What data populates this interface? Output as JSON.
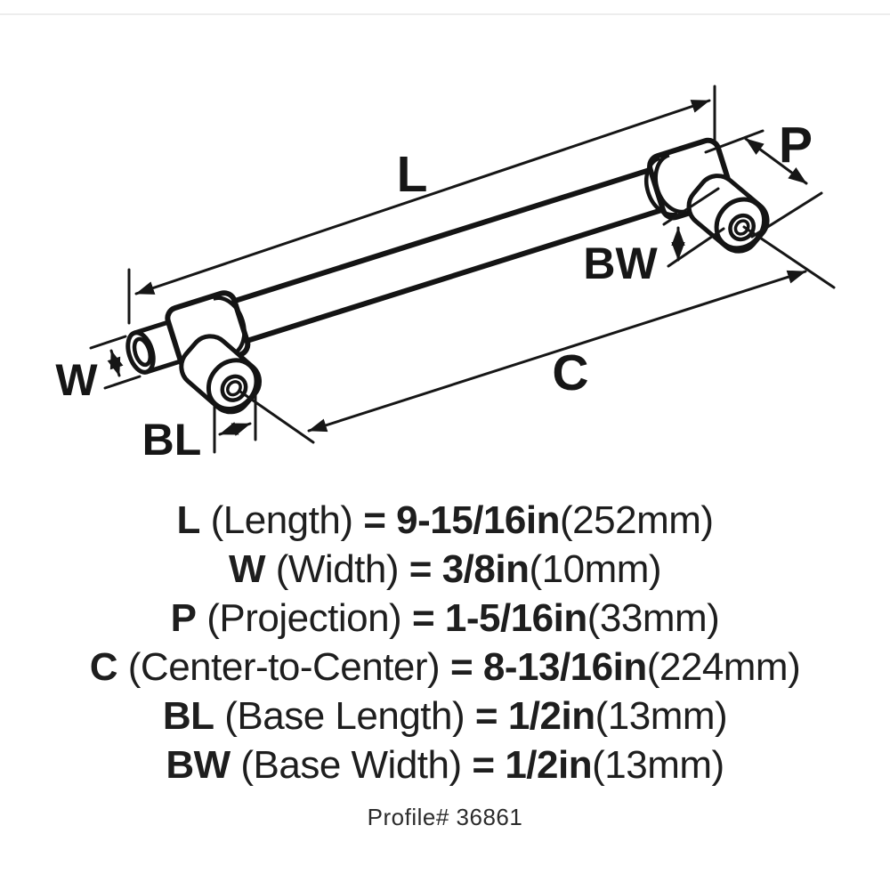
{
  "diagram": {
    "labels": {
      "L": "L",
      "W": "W",
      "P": "P",
      "C": "C",
      "BL": "BL",
      "BW": "BW"
    },
    "line_color": "#161616"
  },
  "specs": {
    "equals": "=",
    "rows": [
      {
        "sym": "L",
        "name": "(Length)",
        "imp": "9-15/16in",
        "met": "(252mm)"
      },
      {
        "sym": "W",
        "name": "(Width)",
        "imp": "3/8in",
        "met": "(10mm)"
      },
      {
        "sym": "P",
        "name": "(Projection)",
        "imp": "1-5/16in",
        "met": "(33mm)"
      },
      {
        "sym": "C",
        "name": "(Center-to-Center)",
        "imp": "8-13/16in",
        "met": "(224mm)"
      },
      {
        "sym": "BL",
        "name": "(Base Length)",
        "imp": "1/2in",
        "met": "(13mm)"
      },
      {
        "sym": "BW",
        "name": "(Base Width)",
        "imp": "1/2in",
        "met": "(13mm)"
      }
    ],
    "profile": "Profile# 36861"
  }
}
